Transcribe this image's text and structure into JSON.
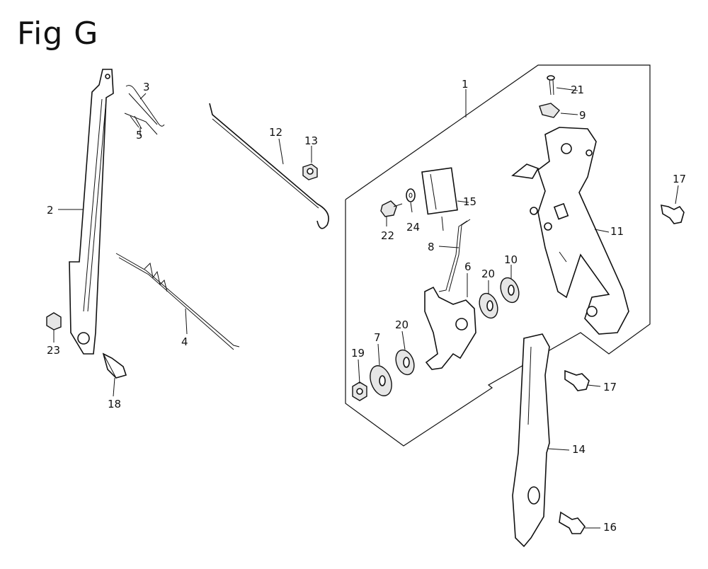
{
  "title": "Fig G",
  "callouts": [
    "1",
    "2",
    "3",
    "4",
    "5",
    "6",
    "7",
    "8",
    "9",
    "10",
    "11",
    "12",
    "13",
    "14",
    "15",
    "16",
    "17",
    "17",
    "18",
    "19",
    "20",
    "20",
    "21",
    "22",
    "23",
    "24"
  ]
}
